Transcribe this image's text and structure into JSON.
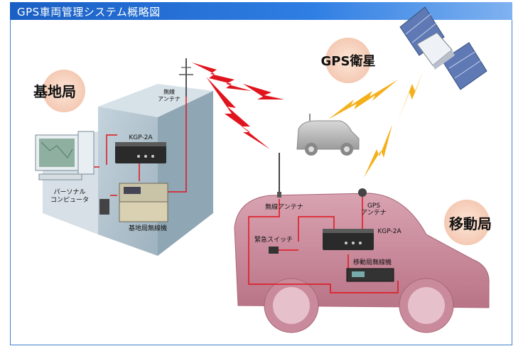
{
  "title": "GPS車両管理システム概略図",
  "labels": {
    "base_station": "基地局",
    "gps_satellite": "GPS衛星",
    "mobile_station": "移動局",
    "wireless_antenna_base": "無線\nアンテナ",
    "kgp_base": "KGP-2A",
    "personal_computer": "パーソナル\nコンピュータ",
    "base_radio": "基地局無線機",
    "wireless_antenna_mobile": "無線アンテナ",
    "gps_antenna": "GPS\nアンテナ",
    "kgp_mobile": "KGP-2A",
    "emergency_switch": "緊急スイッチ",
    "mobile_radio": "移動局無線機"
  },
  "colors": {
    "title_bar": "#2f7ee3",
    "building": "#a9bcc8",
    "car": "#c98a9c",
    "badge": "#f6d3c0",
    "radio_wave": "#e0141c",
    "gps_signal": "#f4b01a",
    "wire": "#e0141c"
  }
}
